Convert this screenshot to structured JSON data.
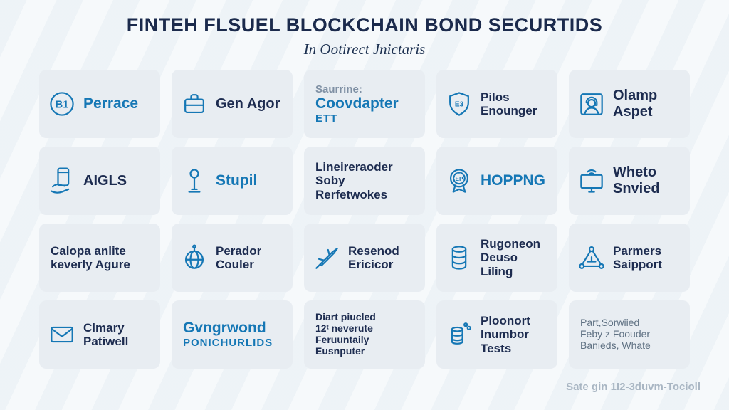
{
  "header": {
    "title": "FINTEH FLSUEL BLOCKCHAIN BOND SECURTIDS",
    "subtitle": "In Ootirect Jnictaris"
  },
  "palette": {
    "accent_blue": "#1577b5",
    "navy_text": "#1d2c50",
    "card_background": "#e8edf2",
    "page_background": "#f6f9fb",
    "muted_gray": "#7f90a4"
  },
  "cards": [
    {
      "icon": "b1-circle-icon",
      "icon_text": "B1",
      "lines": [
        {
          "t": "Perrace",
          "s": "blue-lg"
        }
      ]
    },
    {
      "icon": "briefcase-icon",
      "lines": [
        {
          "t": "Gen Agor",
          "s": "navy-lg"
        }
      ]
    },
    {
      "icon": null,
      "lines": [
        {
          "t": "Saurrine:",
          "s": "gray-md"
        },
        {
          "t": "Coovdapter",
          "s": "blue-lg"
        },
        {
          "t": "ETT",
          "s": "blue-md"
        }
      ]
    },
    {
      "icon": "shield-icon",
      "icon_text": "E3",
      "lines": [
        {
          "t": "Pilos",
          "s": "navy-md"
        },
        {
          "t": "Enounger",
          "s": "navy-md"
        }
      ]
    },
    {
      "icon": "headset-person-icon",
      "lines": [
        {
          "t": "Olamp",
          "s": "navy-lg"
        },
        {
          "t": "Aspet",
          "s": "navy-lg"
        }
      ]
    },
    {
      "icon": "phone-hand-icon",
      "lines": [
        {
          "t": "AIGLS",
          "s": "navy-lg"
        }
      ]
    },
    {
      "icon": "lamp-pin-icon",
      "lines": [
        {
          "t": "Stupil",
          "s": "blue-lg"
        }
      ]
    },
    {
      "icon": null,
      "lines": [
        {
          "t": "Lineireraoder",
          "s": "navy-md"
        },
        {
          "t": "Soby",
          "s": "navy-md"
        },
        {
          "t": "Rerfetwokes",
          "s": "navy-md"
        }
      ]
    },
    {
      "icon": "badge-icon",
      "icon_text": "EP",
      "lines": [
        {
          "t": "HOPPNG",
          "s": "blue-lg"
        }
      ]
    },
    {
      "icon": "monitor-icon",
      "lines": [
        {
          "t": "Wheto",
          "s": "navy-lg"
        },
        {
          "t": "Snvied",
          "s": "navy-lg"
        }
      ]
    },
    {
      "icon": null,
      "lines": [
        {
          "t": "Calopa anlite",
          "s": "navy-md"
        },
        {
          "t": "keverly Agure",
          "s": "navy-md"
        }
      ]
    },
    {
      "icon": "globe-icon",
      "lines": [
        {
          "t": "Perador",
          "s": "navy-md"
        },
        {
          "t": "Couler",
          "s": "navy-md"
        }
      ]
    },
    {
      "icon": "rocket-icon",
      "lines": [
        {
          "t": "Resenod",
          "s": "navy-md"
        },
        {
          "t": "Ericicor",
          "s": "navy-md"
        }
      ]
    },
    {
      "icon": "coin-stack-icon",
      "lines": [
        {
          "t": "Rugoneon",
          "s": "navy-md"
        },
        {
          "t": "Deuso",
          "s": "navy-md"
        },
        {
          "t": "Liling",
          "s": "navy-md"
        }
      ]
    },
    {
      "icon": "pyramid-network-icon",
      "lines": [
        {
          "t": "Parmers",
          "s": "navy-md"
        },
        {
          "t": "Saipport",
          "s": "navy-md"
        }
      ]
    },
    {
      "icon": "envelope-icon",
      "lines": [
        {
          "t": "Clmary",
          "s": "navy-md"
        },
        {
          "t": "Patiwell",
          "s": "navy-md"
        }
      ]
    },
    {
      "icon": null,
      "lines": [
        {
          "t": "Gvngrwond",
          "s": "blue-lg"
        },
        {
          "t": "PONICHURLIDS",
          "s": "blue-md"
        }
      ]
    },
    {
      "icon": null,
      "lines": [
        {
          "t": "Diart piucled",
          "s": "navy-sm"
        },
        {
          "t": "12ᵗ neverute",
          "s": "navy-sm"
        },
        {
          "t": "Feruuntaily",
          "s": "navy-sm"
        },
        {
          "t": "Eusnputer",
          "s": "navy-sm"
        }
      ]
    },
    {
      "icon": "coin-stack-small-icon",
      "lines": [
        {
          "t": "Ploonort",
          "s": "navy-md"
        },
        {
          "t": "Inumbor",
          "s": "navy-md"
        },
        {
          "t": "Tests",
          "s": "navy-md"
        }
      ]
    },
    {
      "icon": null,
      "lines": [
        {
          "t": "Part,Sorwiied",
          "s": "gray-sm"
        },
        {
          "t": "Feby z Foouder",
          "s": "gray-sm"
        },
        {
          "t": "Banieds, Whate",
          "s": "gray-sm"
        }
      ]
    }
  ],
  "footer": {
    "note": "Sate gin 1I2-3duvm-Tocioll"
  }
}
